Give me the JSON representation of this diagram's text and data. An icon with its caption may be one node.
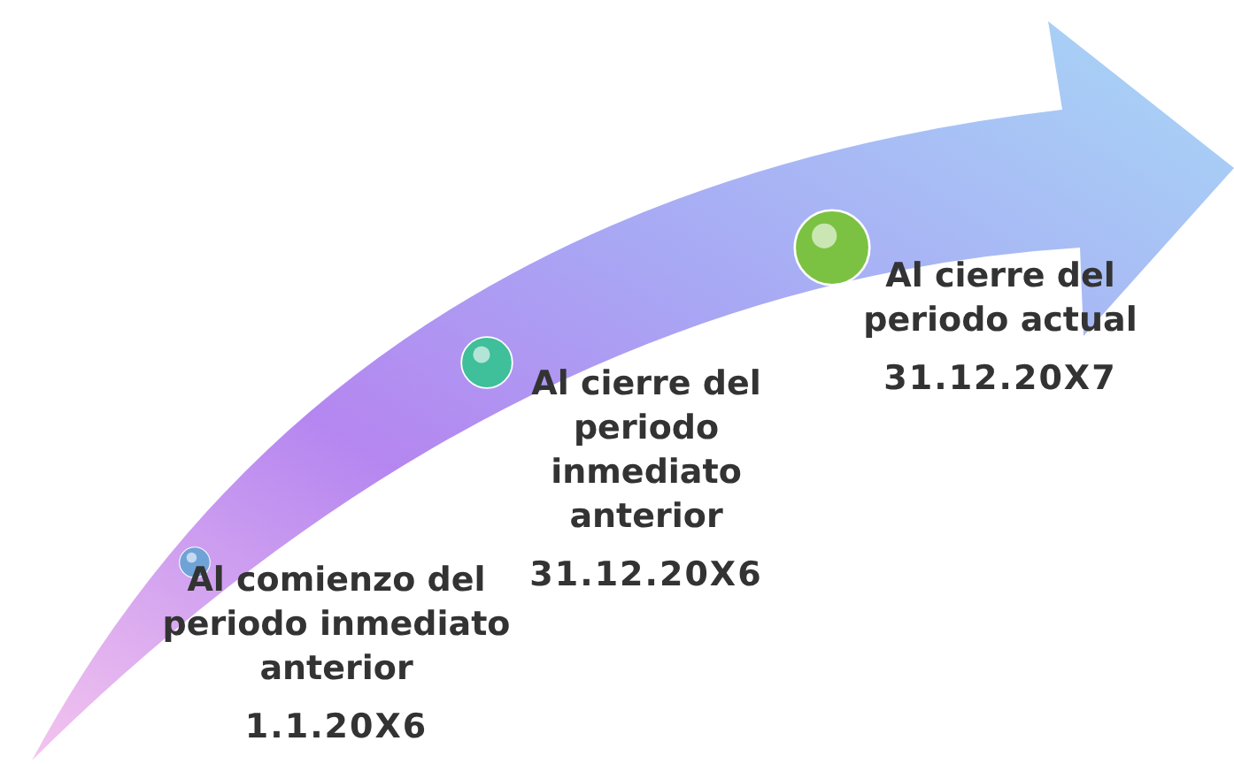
{
  "diagram": {
    "nodes": [
      {
        "text": [],
        "shape": "circle",
        "beside": [
          "Al comienzo del periodo inmediato anterior",
          "1.1.20X6"
        ]
      },
      {
        "text": [],
        "shape": "circle",
        "beside": [
          "Al cierre del periodo inmediato anterior",
          "31.12.20X6"
        ]
      },
      {
        "text": [],
        "shape": "circle",
        "beside": [
          "Al cierre del periodo actual",
          "31.12.20X7"
        ]
      }
    ],
    "edges": []
  }
}
